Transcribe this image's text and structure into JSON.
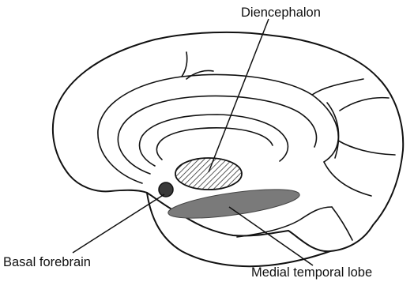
{
  "labels": {
    "diencephalon": "Diencephalon",
    "basal_forebrain": "Basal forebrain",
    "medial_temporal_lobe": "Medial temporal lobe"
  },
  "colors": {
    "outline": "#111111",
    "basal_forebrain_fill": "#3a3a3a",
    "medial_temporal_fill": "#7a7a7a",
    "diencephalon_hatch": "#333333"
  }
}
